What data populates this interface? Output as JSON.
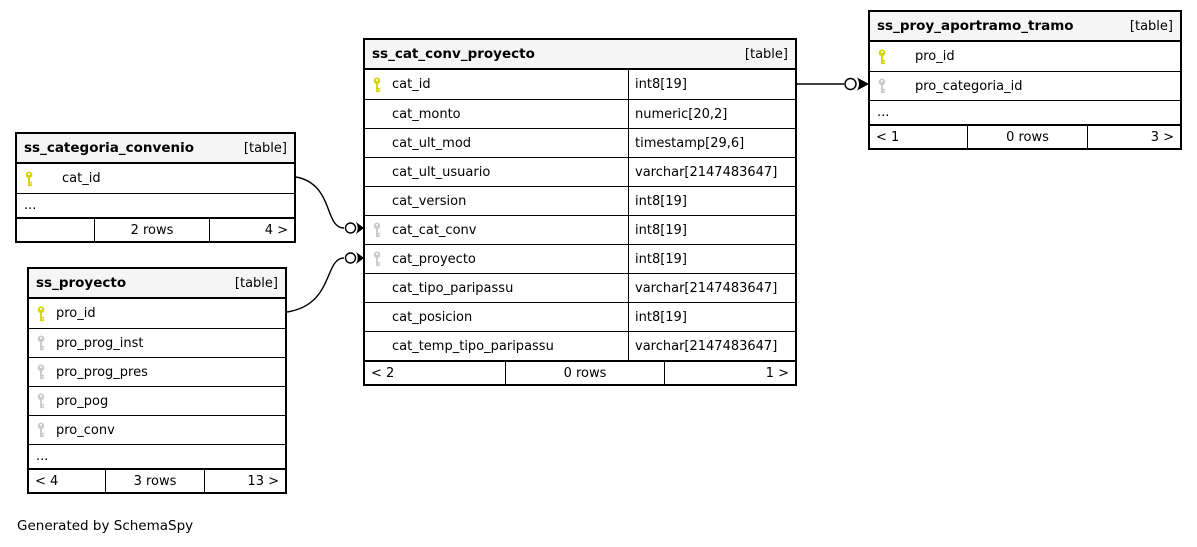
{
  "page": {
    "generator_note": "Generated by SchemaSpy"
  },
  "colors": {
    "primary_key_icon": "#d4d400",
    "foreign_key_icon": "#c9c9c9",
    "table_header_bg": "#f5f5f5",
    "table_border": "#000000",
    "background": "#ffffff"
  },
  "tables": {
    "categoria_convenio": {
      "title": "ss_categoria_convenio",
      "badge": "[table]",
      "columns": [
        {
          "name": "cat_id",
          "key": "primary"
        }
      ],
      "ellipsis": "...",
      "footer": {
        "left": "",
        "center": "2 rows",
        "right": "4 >"
      }
    },
    "proyecto": {
      "title": "ss_proyecto",
      "badge": "[table]",
      "columns": [
        {
          "name": "pro_id",
          "key": "primary"
        },
        {
          "name": "pro_prog_inst",
          "key": "foreign"
        },
        {
          "name": "pro_prog_pres",
          "key": "foreign"
        },
        {
          "name": "pro_pog",
          "key": "foreign"
        },
        {
          "name": "pro_conv",
          "key": "foreign"
        }
      ],
      "ellipsis": "...",
      "footer": {
        "left": "< 4",
        "center": "3 rows",
        "right": "13 >"
      }
    },
    "cat_conv_proyecto": {
      "title": "ss_cat_conv_proyecto",
      "badge": "[table]",
      "columns": [
        {
          "name": "cat_id",
          "type": "int8[19]",
          "key": "primary"
        },
        {
          "name": "cat_monto",
          "type": "numeric[20,2]"
        },
        {
          "name": "cat_ult_mod",
          "type": "timestamp[29,6]"
        },
        {
          "name": "cat_ult_usuario",
          "type": "varchar[2147483647]"
        },
        {
          "name": "cat_version",
          "type": "int8[19]"
        },
        {
          "name": "cat_cat_conv",
          "type": "int8[19]",
          "key": "foreign"
        },
        {
          "name": "cat_proyecto",
          "type": "int8[19]",
          "key": "foreign"
        },
        {
          "name": "cat_tipo_paripassu",
          "type": "varchar[2147483647]"
        },
        {
          "name": "cat_posicion",
          "type": "int8[19]"
        },
        {
          "name": "cat_temp_tipo_paripassu",
          "type": "varchar[2147483647]"
        }
      ],
      "footer": {
        "left": "< 2",
        "center": "0 rows",
        "right": "1 >"
      }
    },
    "proy_aportramo_tramo": {
      "title": "ss_proy_aportramo_tramo",
      "badge": "[table]",
      "columns": [
        {
          "name": "pro_id",
          "key": "primary"
        },
        {
          "name": "pro_categoria_id",
          "key": "foreign"
        }
      ],
      "ellipsis": "...",
      "footer": {
        "left": "< 1",
        "center": "0 rows",
        "right": "3 >"
      }
    }
  },
  "relationships": [
    {
      "from": "ss_categoria_convenio.cat_id",
      "to": "ss_cat_conv_proyecto.cat_cat_conv"
    },
    {
      "from": "ss_proyecto.pro_id",
      "to": "ss_cat_conv_proyecto.cat_proyecto"
    },
    {
      "from": "ss_cat_conv_proyecto.cat_id",
      "to": "ss_proy_aportramo_tramo.pro_categoria_id"
    }
  ]
}
